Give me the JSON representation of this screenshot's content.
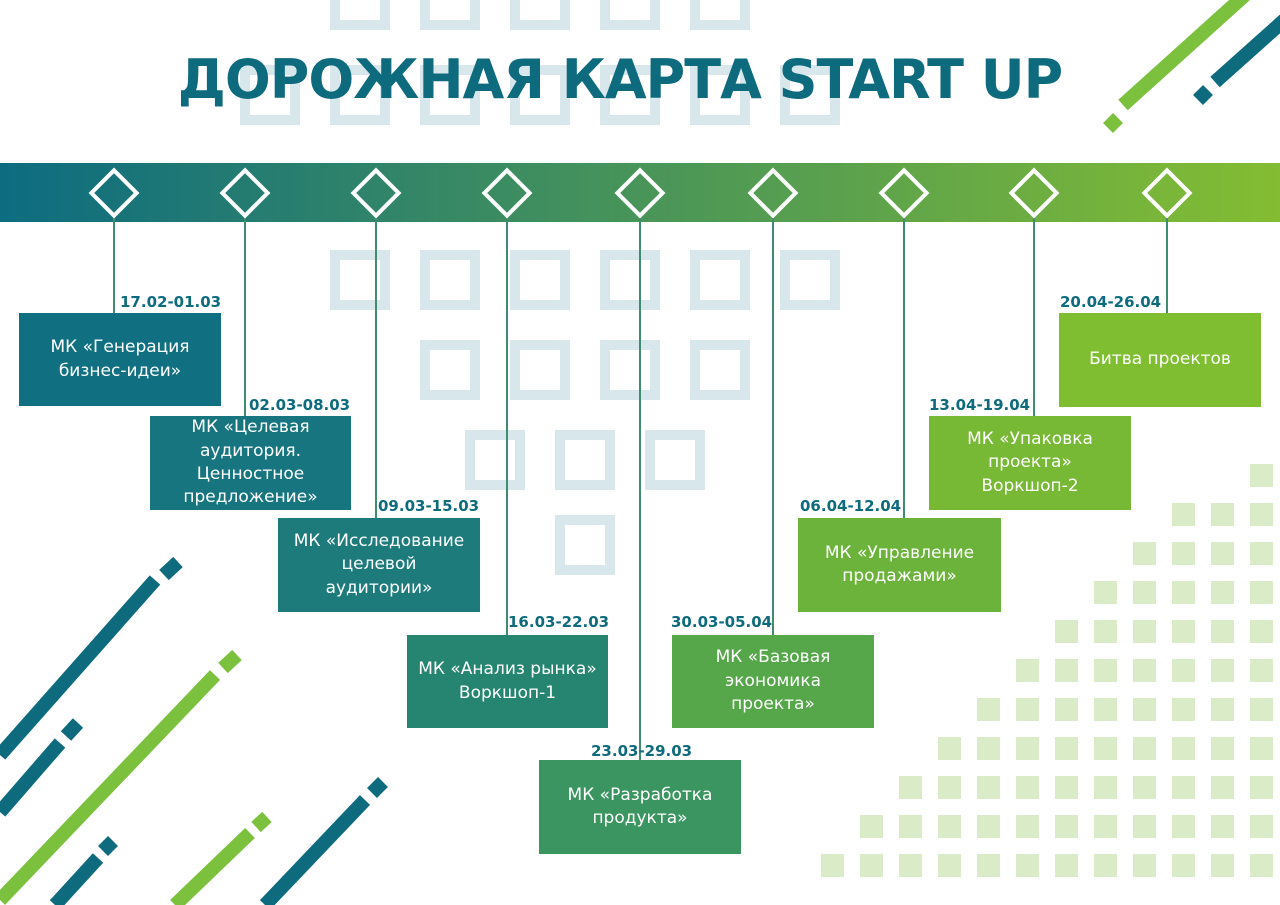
{
  "title": "ДОРОЖНАЯ КАРТА START UP",
  "colors": {
    "title": "#0e6b7e",
    "date": "#0e6b7e",
    "band_start": "#0d6c80",
    "band_end": "#84bd32",
    "connector": "#3d8d6e",
    "pattern_blue": "#d7e7ec",
    "pattern_green": "#d9ebc7",
    "stripe_blue": "#0e6b7e",
    "stripe_green": "#7cc13d"
  },
  "stages": [
    {
      "date": "17.02-01.03",
      "label": "МК «Генерация\nбизнес-идеи»",
      "color": "#116f82"
    },
    {
      "date": "02.03-08.03",
      "label": "МК «Целевая\nаудитория.\nЦенностное\nпредложение»",
      "color": "#177580"
    },
    {
      "date": "09.03-15.03",
      "label": "МК «Исследование\nцелевой\nаудитории»",
      "color": "#1d7b7b"
    },
    {
      "date": "16.03-22.03",
      "label": "МК «Анализ рынка»\nВоркшоп-1",
      "color": "#268570"
    },
    {
      "date": "23.03-29.03",
      "label": "МК «Разработка\nпродукта»",
      "color": "#3b9560"
    },
    {
      "date": "30.03-05.04",
      "label": "МК «Базовая\nэкономика\nпроекта»",
      "color": "#56a64a"
    },
    {
      "date": "06.04-12.04",
      "label": "МК «Управление\nпродажами»",
      "color": "#6cb33c"
    },
    {
      "date": "13.04-19.04",
      "label": "МК «Упаковка\nпроекта»\nВоркшоп-2",
      "color": "#77b935"
    },
    {
      "date": "20.04-26.04",
      "label": "Битва проектов",
      "color": "#7fbd31"
    }
  ]
}
